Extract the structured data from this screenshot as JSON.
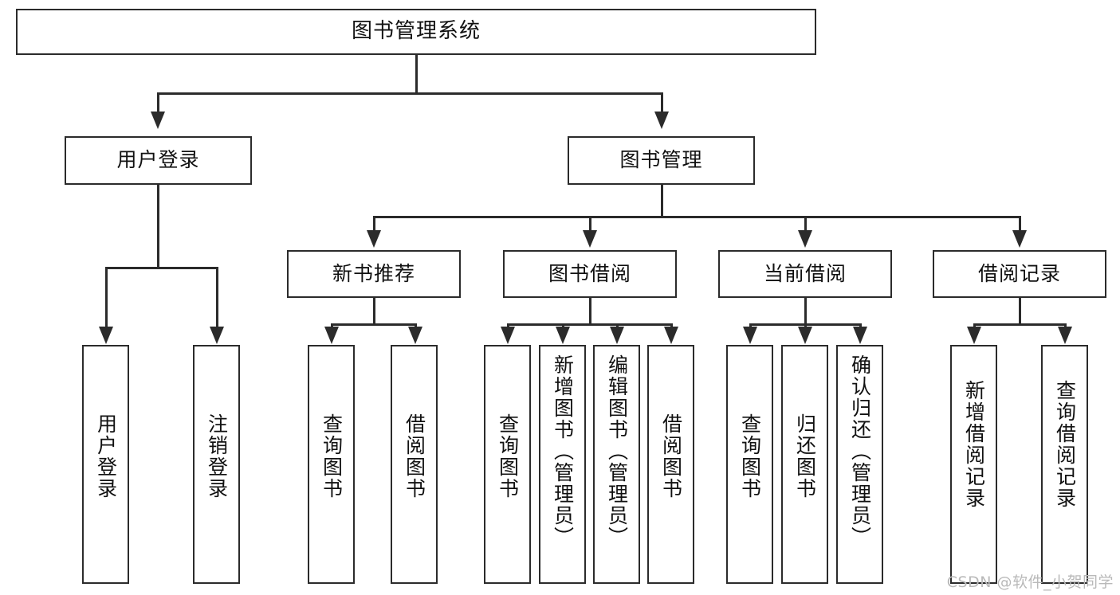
{
  "diagram": {
    "type": "tree",
    "title": "图书管理系统",
    "watermark": "CSDN @软件_小贺同学",
    "colors": {
      "stroke": "#2b2b2b",
      "fill": "#ffffff",
      "text": "#111111",
      "watermark": "#b9b9b9"
    },
    "root": {
      "label": "图书管理系统"
    },
    "level2": [
      {
        "label": "用户登录"
      },
      {
        "label": "图书管理"
      }
    ],
    "level3": [
      {
        "label": "新书推荐"
      },
      {
        "label": "图书借阅"
      },
      {
        "label": "当前借阅"
      },
      {
        "label": "借阅记录"
      }
    ],
    "leaves": {
      "user_login": [
        {
          "label": "用户登录"
        },
        {
          "label": "注销登录"
        }
      ],
      "new_book": [
        {
          "label": "查询图书"
        },
        {
          "label": "借阅图书"
        }
      ],
      "book_borrow": [
        {
          "label": "查询图书"
        },
        {
          "label": "新增图书（管理员）"
        },
        {
          "label": "编辑图书（管理员）"
        },
        {
          "label": "借阅图书"
        }
      ],
      "current_borrow": [
        {
          "label": "查询图书"
        },
        {
          "label": "归还图书"
        },
        {
          "label": "确认归还（管理员）"
        }
      ],
      "borrow_record": [
        {
          "label": "新增借阅记录"
        },
        {
          "label": "查询借阅记录"
        }
      ]
    }
  }
}
